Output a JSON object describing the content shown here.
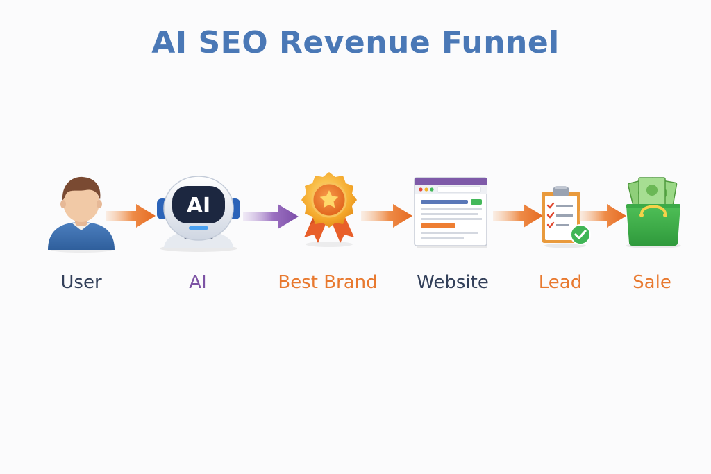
{
  "title": "AI SEO Revenue Funnel",
  "colors": {
    "title": "#4a78b6",
    "navy": "#33405a",
    "purple": "#7c52a4",
    "orange": "#e8792f"
  },
  "steps": [
    {
      "label": "User",
      "icon": "user-icon",
      "color": "#33405a"
    },
    {
      "label": "AI",
      "icon": "robot-icon",
      "color": "#7c52a4"
    },
    {
      "label": "Best Brand",
      "icon": "award-badge-icon",
      "color": "#e8792f"
    },
    {
      "label": "Website",
      "icon": "browser-window-icon",
      "color": "#33405a"
    },
    {
      "label": "Lead",
      "icon": "clipboard-check-icon",
      "color": "#e8792f"
    },
    {
      "label": "Sale",
      "icon": "money-bag-icon",
      "color": "#e8792f"
    }
  ],
  "robot_text": "AI"
}
